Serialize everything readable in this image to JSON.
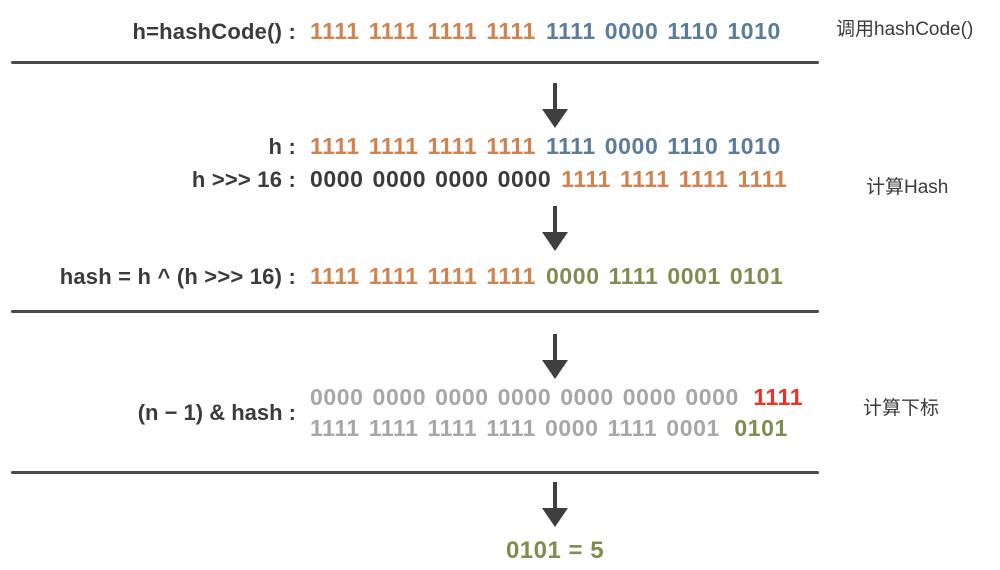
{
  "palette": {
    "orange": "#D2824E",
    "blue": "#5C7C9C",
    "olive": "#7F8C52",
    "red": "#EE3124",
    "gray": "#A7A7A7",
    "dark_text": "#3B3B3B",
    "divider": "#4A4A4A"
  },
  "section_hashcode": {
    "row": {
      "label": "h=hashCode() :",
      "seg1": "1111 1111 1111 1111",
      "seg2": "1111 0000 1110 1010"
    },
    "side_label": "调用hashCode()"
  },
  "section_hash": {
    "row_h": {
      "label": "h :",
      "seg1": "1111 1111 1111 1111",
      "seg2": "1111 0000 1110 1010"
    },
    "row_shift": {
      "label": "h >>> 16 :",
      "seg1": "0000 0000 0000 0000",
      "seg2": "1111 1111 1111 1111"
    },
    "row_xor": {
      "label": "hash = h ^ (h >>> 16) :",
      "seg1": "1111 1111 1111 1111",
      "seg2": "0000 1111 0001 0101"
    },
    "side_label": "计算Hash"
  },
  "section_index": {
    "label": "(n − 1) & hash :",
    "row_mask": {
      "seg1": "0000 0000 0000 0000 0000 0000 0000",
      "seg2": "1111"
    },
    "row_hash": {
      "seg1": "1111 1111 1111 1111 0000 1111 0001",
      "seg2": "0101"
    },
    "side_label": "计算下标"
  },
  "result": "0101 = 5"
}
